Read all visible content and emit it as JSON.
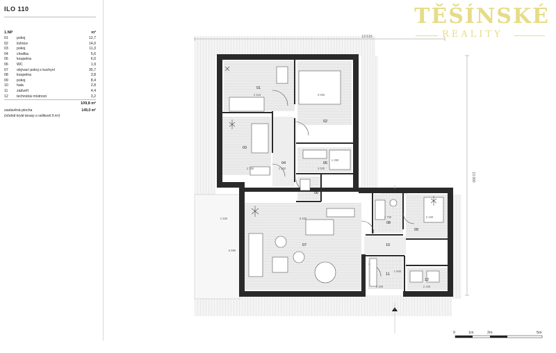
{
  "panel": {
    "title": "ILO 110",
    "floor_label": "1.NP",
    "unit": "m²",
    "rooms": [
      {
        "no": "01",
        "name": "pokoj",
        "area": "12,7"
      },
      {
        "no": "02",
        "name": "ložnice",
        "area": "14,0"
      },
      {
        "no": "03",
        "name": "pokoj",
        "area": "11,3"
      },
      {
        "no": "04",
        "name": "chodba",
        "area": "5,6"
      },
      {
        "no": "05",
        "name": "koupelna",
        "area": "6,0"
      },
      {
        "no": "06",
        "name": "WC",
        "area": "1,9"
      },
      {
        "no": "07",
        "name": "obývací pokoj s kuchyní",
        "area": "35,7"
      },
      {
        "no": "08",
        "name": "koupelna",
        "area": "3,8"
      },
      {
        "no": "09",
        "name": "pokoj",
        "area": "8,4"
      },
      {
        "no": "10",
        "name": "hala",
        "area": "2,8"
      },
      {
        "no": "11",
        "name": "zádveří",
        "area": "4,4"
      },
      {
        "no": "12",
        "name": "technická místnost",
        "area": "3,2"
      }
    ],
    "total": "109,8 m²",
    "built_label": "zastavěná plocha",
    "built_value": "149,0 m²",
    "note": "(včetně kryté terasy o velikosti 9 m²)"
  },
  "logo": {
    "line1": "TĚŠÍNSKÉ",
    "line2": "REALITY"
  },
  "plan": {
    "dim_width": "13 515",
    "dim_height": "13 990",
    "room_labels": [
      "01",
      "02",
      "03",
      "04",
      "05",
      "06",
      "07",
      "08",
      "09",
      "10",
      "11",
      "12"
    ],
    "dims": [
      "4 115",
      "3 000",
      "2 750",
      "1 200",
      "3 000",
      "1 390",
      "1 500",
      "6 460",
      "6 990",
      "1 700",
      "2 100",
      "1 900",
      "2 300",
      "2 100"
    ]
  },
  "scale_bar": {
    "labels": [
      "0",
      "1m",
      "2m",
      "5m"
    ]
  }
}
